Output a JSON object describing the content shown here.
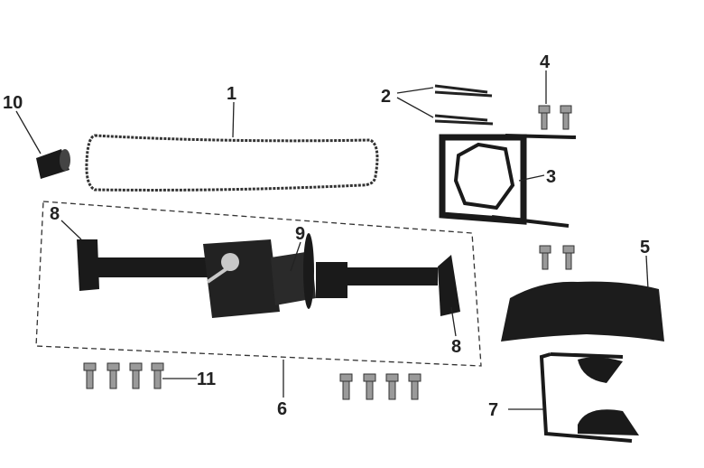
{
  "diagram": {
    "type": "exploded-parts-diagram",
    "callouts": [
      "1",
      "2",
      "3",
      "4",
      "5",
      "6",
      "7",
      "8",
      "8",
      "9",
      "10",
      "11"
    ],
    "colors": {
      "part": "#1a1a1a",
      "line": "#222222",
      "metal": "#c8c8c8"
    }
  }
}
